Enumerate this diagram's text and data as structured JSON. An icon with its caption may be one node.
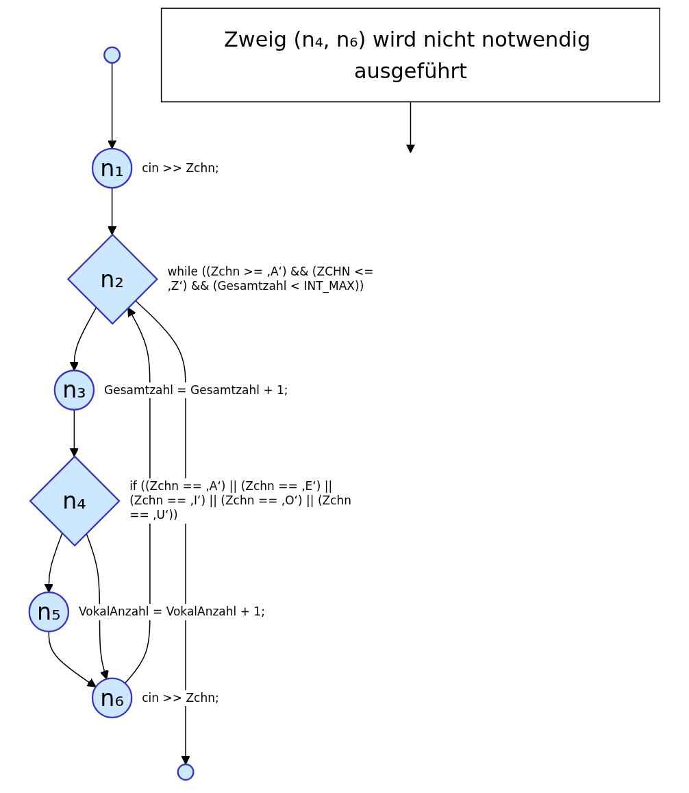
{
  "diagram": {
    "nodes": [
      {
        "text": [],
        "shape": "circle"
      },
      {
        "text": [
          "n₁"
        ],
        "beside": [
          "cin >> Zchn;"
        ]
      },
      {
        "text": [
          "n₂"
        ],
        "beside": [
          "while ((Zchn >= ‚A‘) && (ZCHN <= ‚Z‘) && (Gesamtzahl < INT_MAX))"
        ]
      },
      {
        "text": [
          "n₃"
        ],
        "beside": [
          "Gesamtzahl = Gesamtzahl + 1;"
        ]
      },
      {
        "text": [
          "n₄"
        ],
        "beside": [
          "if ((Zchn == ‚A‘) || (Zchn == ‚E‘) || (Zchn == ‚I‘) || (Zchn == ‚O‘) || (Zchn == ‚U‘))"
        ]
      },
      {
        "text": [
          "n₅"
        ],
        "beside": [
          "VokalAnzahl = VokalAnzahl + 1;"
        ]
      },
      {
        "text": [
          "n₆"
        ],
        "beside": [
          "cin >> Zchn;"
        ]
      },
      {
        "text": [],
        "shape": "circle"
      },
      {
        "text": [
          "Zweig (n₄, n₆) wird nicht notwendig ausgeführt"
        ]
      }
    ],
    "edges": [
      {
        "from": 0,
        "to": 1,
        "arrow": "to"
      },
      {
        "from": 1,
        "to": 2,
        "arrow": "to"
      },
      {
        "from": 2,
        "to": 3,
        "arrow": "to"
      },
      {
        "from": 3,
        "to": 4,
        "arrow": "to"
      },
      {
        "from": 4,
        "to": 5,
        "arrow": "to"
      },
      {
        "from": 5,
        "to": 6,
        "arrow": "to"
      },
      {
        "from": 4,
        "to": 6,
        "arrow": "to"
      },
      {
        "from": 6,
        "to": 2,
        "arrow": "to"
      },
      {
        "from": 2,
        "to": 7,
        "arrow": "to"
      },
      {
        "from": 8,
        "to": null,
        "arrow": "to"
      }
    ]
  }
}
